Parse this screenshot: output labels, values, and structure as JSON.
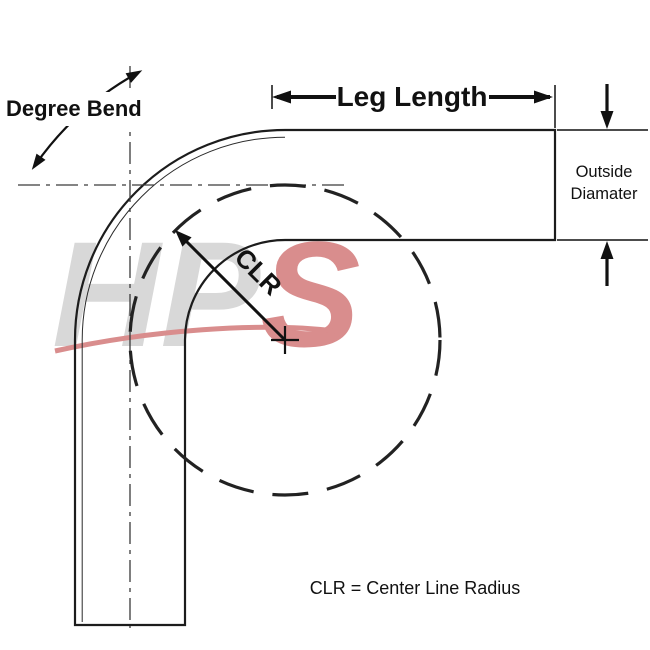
{
  "diagram": {
    "labels": {
      "degree_bend": "Degree Bend",
      "leg_length": "Leg Length",
      "clr": "CLR",
      "outside_diameter_line1": "Outside",
      "outside_diameter_line2": "Diamater",
      "footer": "CLR = Center Line Radius"
    },
    "watermark": {
      "gray": "HP",
      "red": "S"
    },
    "colors": {
      "line": "#1c1c1c",
      "centerline": "#3a3a3a",
      "watermark_gray": "#d8d8d8",
      "watermark_red": "#d98d8d",
      "background": "#ffffff"
    }
  }
}
